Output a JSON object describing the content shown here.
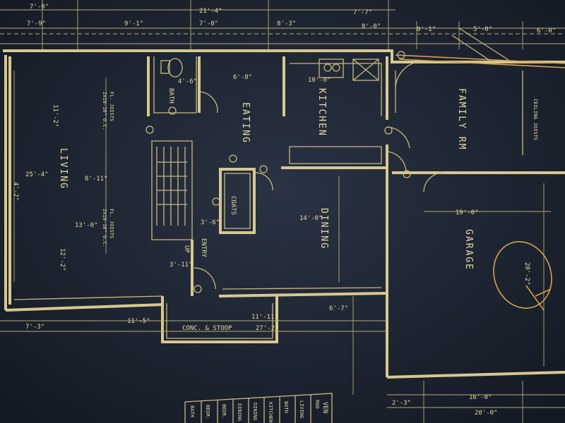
{
  "rooms": {
    "living": "LIVING",
    "eating": "EATING",
    "kitchen": "KITCHEN",
    "family_rm": "FAMILY RM",
    "dining": "DINING",
    "garage": "GARAGE",
    "bath": "BATH",
    "coats": "COATS",
    "entry": "ENTRY",
    "stoop": "CONC. & STOOP"
  },
  "dimensions": {
    "top_7_0": "7'-0\"",
    "top_21_4": "21'-4\"",
    "top_7_7": "7'-7\"",
    "top_7_9": "7'-9\"",
    "top_9_1": "9'-1\"",
    "top_7_0b": "7'-0\"",
    "top_8_3": "8'-3\"",
    "top_8_0": "8'-0\"",
    "top_8_1": "8'-1\"",
    "top_5_0": "5'-0\"",
    "top_6_0": "6'-0\"",
    "eat_6_8": "6'-8\"",
    "kit_10_0": "10'-0\"",
    "liv_11_2": "11'-2\"",
    "liv_25_4": "25'-4\"",
    "liv_8_11": "8'-11\"",
    "liv_13_0": "13'-0\"",
    "liv_12_2": "12'-2\"",
    "liv_4_2": "4'-2\"",
    "din_14_0": "14'-0\"",
    "gar_19_0": "19'-0\"",
    "gar_20_2": "20'-2\"",
    "ent_3_6": "3'-6\"",
    "ent_3_11": "3'-11\"",
    "bot_7_3": "7'-3\"",
    "bot_11_5": "11'-5\"",
    "bot_11_11": "11'-11\"",
    "bot_6_7": "6'-7\"",
    "bot_27_2": "27'-2\"",
    "bot_16_0": "16'-0\"",
    "bot_20_0": "20'-0\"",
    "bot_2_3": "2'-3\"",
    "bath_4_6": "4'-6\"",
    "joists_a": "2x10-16\" O.C.",
    "joists_b": "2x10-16\" O.C."
  },
  "labels": {
    "ceiling_joists": "CEILING JOISTS",
    "fl_joists_a": "FL. JOISTS",
    "fl_joists_b": "FL. JOISTS",
    "up": "UP"
  },
  "schedule": {
    "cols": [
      "BATH",
      "BEDR.",
      "BEDR.",
      "DINING",
      "DINING",
      "KITCHEN",
      "BATH",
      "LIVING",
      "ROO"
    ],
    "extra": "VEN"
  },
  "colors": {
    "paper": "#1a2230",
    "line": "#d8c88e",
    "pencil": "#d9a24a"
  }
}
